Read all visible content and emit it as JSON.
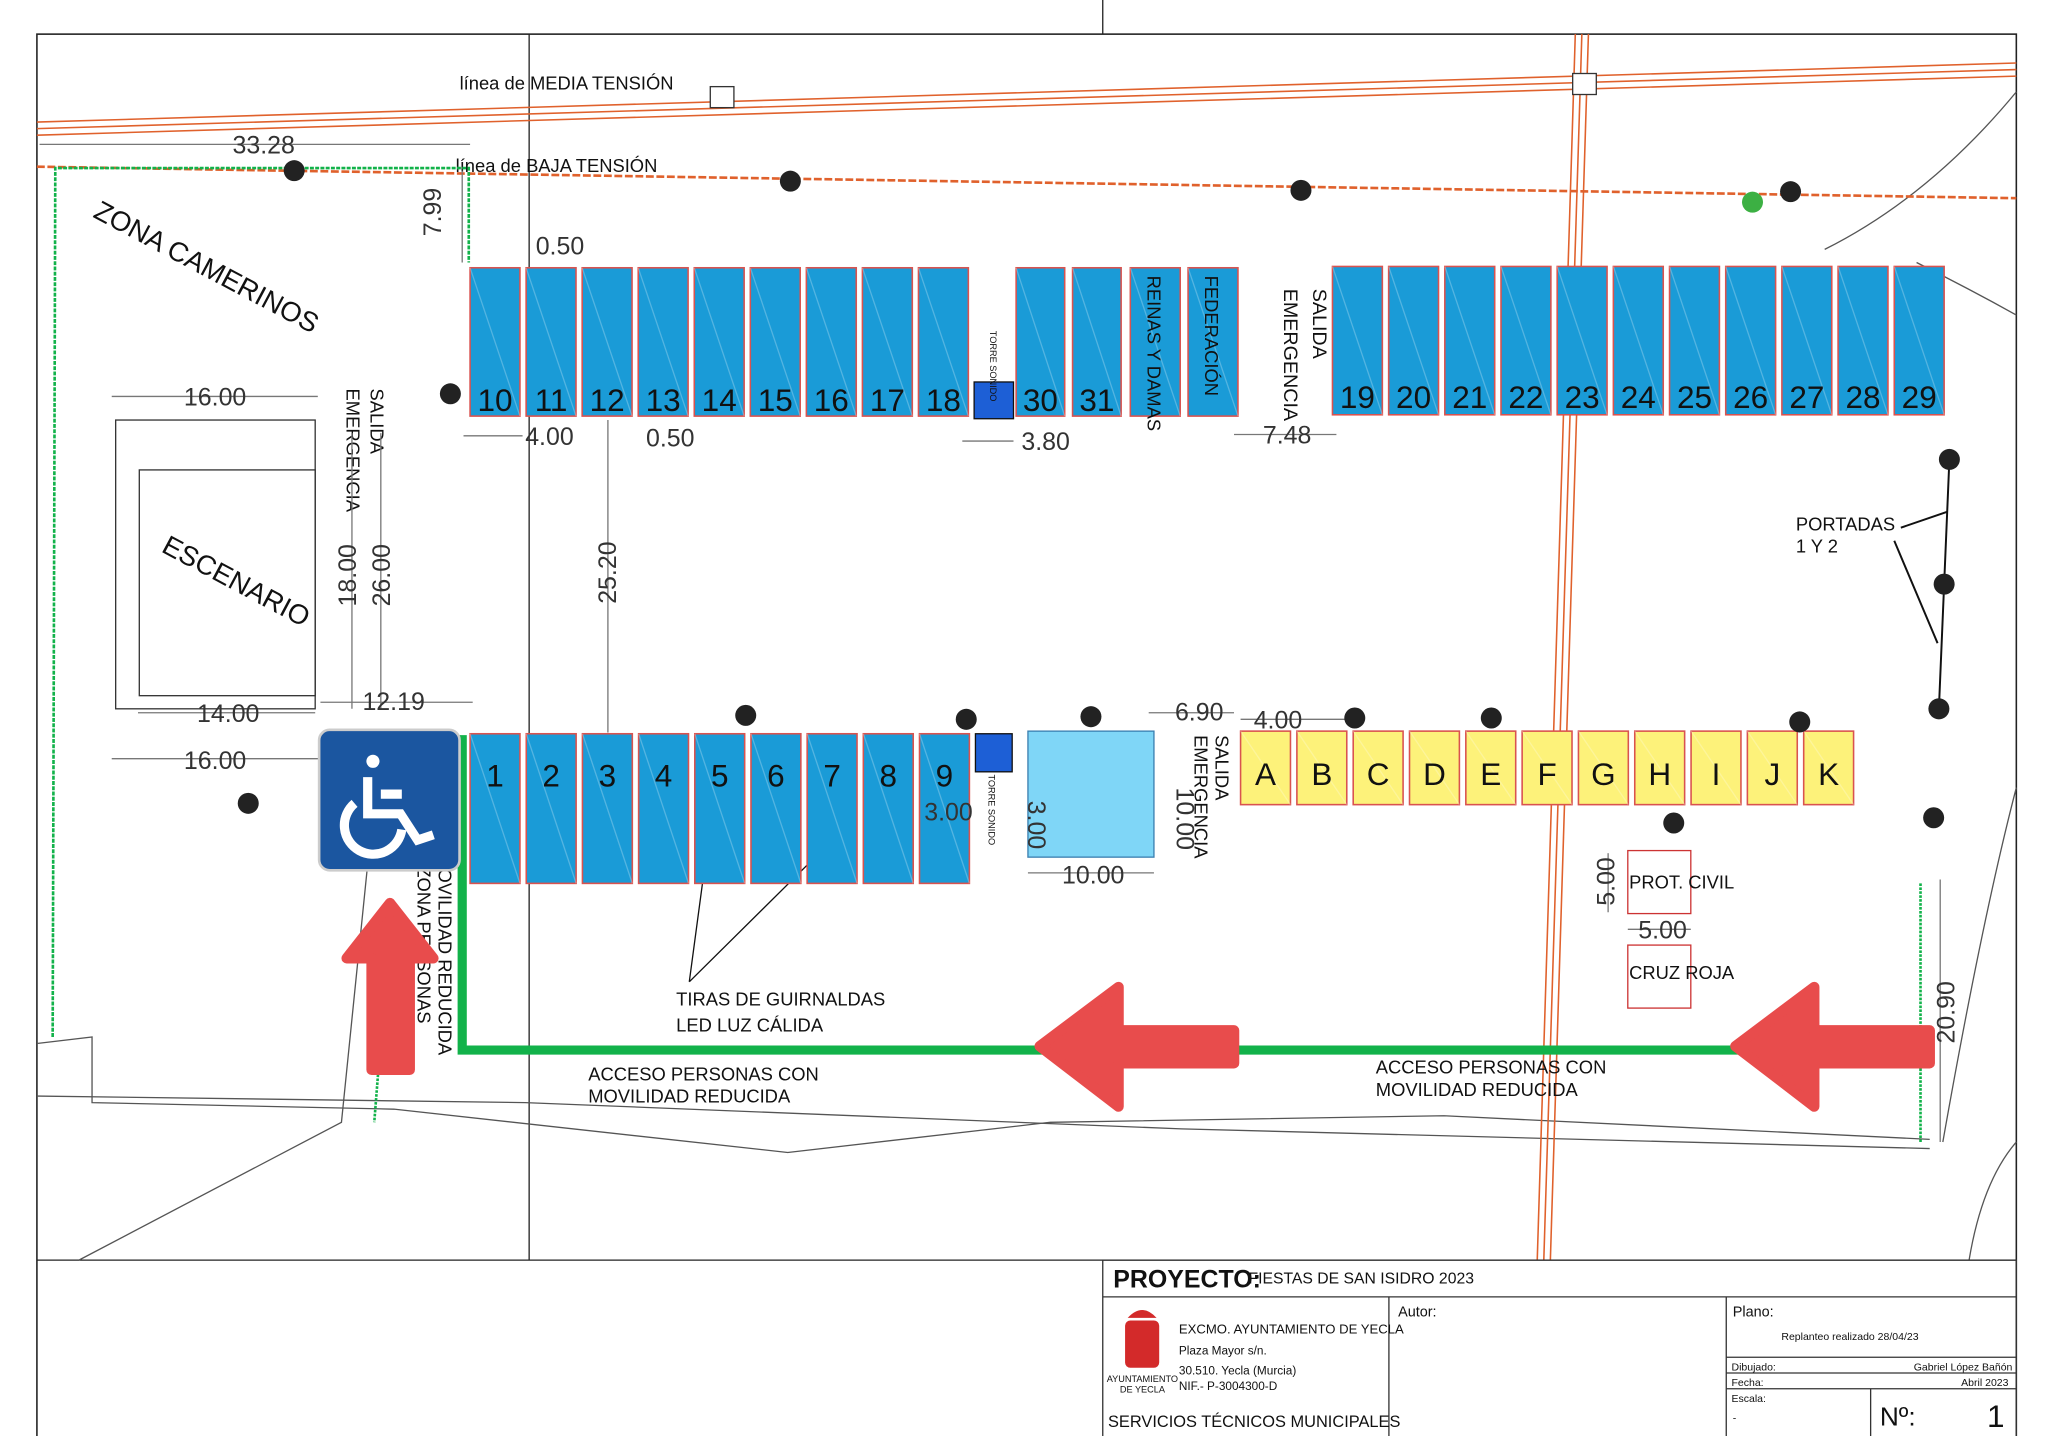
{
  "lines": {
    "medium": "línea de MEDIA TENSIÓN",
    "low": "línea de BAJA TENSIÓN"
  },
  "zones": {
    "camerinos": "ZONA CAMERINOS",
    "escenario": "ESCENARIO",
    "salida": "SALIDA",
    "emergencia": "EMERGENCIA",
    "portadas": "PORTADAS",
    "portadas2": "1 Y 2",
    "prot_civil": "PROT. CIVIL",
    "cruz_roja": "CRUZ ROJA",
    "zona_pmr_1": "ZONA PERSONAS",
    "zona_pmr_2": "MOVILIDAD REDUCIDA",
    "guirnaldas_1": "TIRAS DE GUIRNALDAS",
    "guirnaldas_2": "LED LUZ CÁLIDA",
    "acceso_1": "ACCESO PERSONAS CON",
    "acceso_2": "MOVILIDAD REDUCIDA",
    "torre": "TORRE SONIDO"
  },
  "stalls_top_left": [
    "10",
    "11",
    "12",
    "13",
    "14",
    "15",
    "16",
    "17",
    "18"
  ],
  "stalls_top_mid": [
    "30",
    "31"
  ],
  "stalls_named": [
    "REINAS Y DAMAS",
    "FEDERACIÓN"
  ],
  "stalls_top_right": [
    "19",
    "20",
    "21",
    "22",
    "23",
    "24",
    "25",
    "26",
    "27",
    "28",
    "29"
  ],
  "stalls_bottom": [
    "1",
    "2",
    "3",
    "4",
    "5",
    "6",
    "7",
    "8",
    "9"
  ],
  "stalls_yellow": [
    "A",
    "B",
    "C",
    "D",
    "E",
    "F",
    "G",
    "H",
    "I",
    "J",
    "K"
  ],
  "dims": [
    "33.28",
    "7.99",
    "0.50",
    "4.00",
    "0.50",
    "3.80",
    "7.48",
    "16.00",
    "18.00",
    "26.00",
    "25.20",
    "14.00",
    "12.19",
    "16.00",
    "6.90",
    "4.00",
    "3.00",
    "3.00",
    "10.00",
    "10.00",
    "5.00",
    "5.00",
    "20.90"
  ],
  "colors": {
    "stall_blue": "#1a9bd7",
    "stall_yellow": "#fdf27a",
    "access_green": "#12b24a",
    "arrow_red": "#e84c4c",
    "tension_orange": "#e0612c",
    "accessibility_blue": "#1b56a0"
  },
  "title_block": {
    "proyecto_label": "PROYECTO:",
    "proyecto": "FIESTAS DE SAN ISIDRO 2023",
    "org": "EXCMO. AYUNTAMIENTO DE YECLA",
    "addr1": "Plaza Mayor s/n.",
    "addr2": "30.510. Yecla (Murcia)",
    "nif": "NIF.- P-3004300-D",
    "logo_text1": "AYUNTAMIENTO",
    "logo_text2": "DE YECLA",
    "servicios": "SERVICIOS TÉCNICOS MUNICIPALES",
    "autor_label": "Autor:",
    "plano_label": "Plano:",
    "plano": "Replanteo realizado 28/04/23",
    "dibujado_label": "Dibujado:",
    "dibujado": "Gabriel López Bañón",
    "fecha_label": "Fecha:",
    "fecha": "Abril 2023",
    "escala_label": "Escala:",
    "escala": "-",
    "num_label": "Nº:",
    "num": "1"
  }
}
